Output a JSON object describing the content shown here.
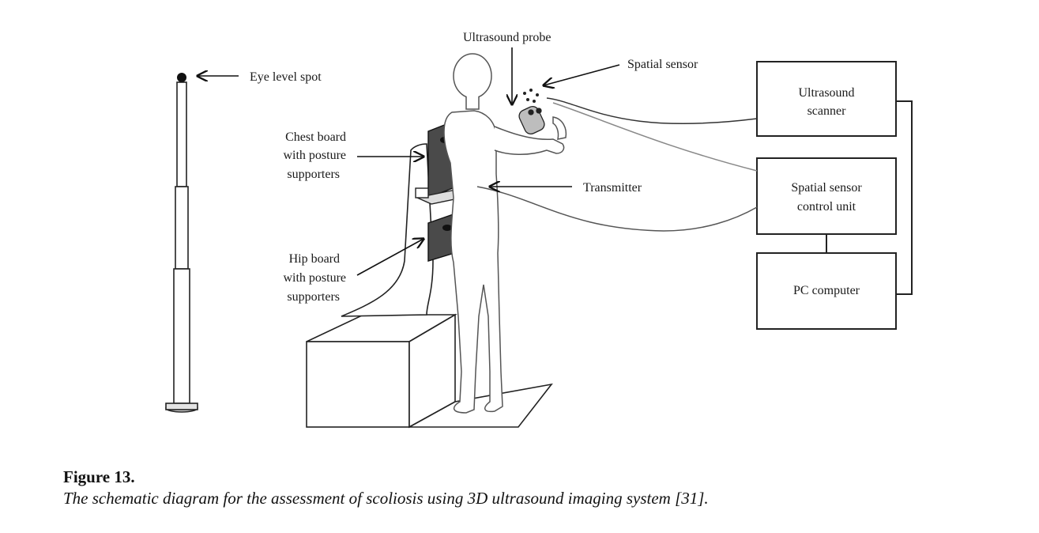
{
  "diagram": {
    "labels": {
      "eye_level_spot": "Eye level spot",
      "ultrasound_probe": "Ultrasound probe",
      "spatial_sensor": "Spatial sensor",
      "chest_board": [
        "Chest board",
        "with posture",
        "supporters"
      ],
      "transmitter": "Transmitter",
      "hip_board": [
        "Hip board",
        "with posture",
        "supporters"
      ]
    },
    "boxes": {
      "ultrasound_scanner": [
        "Ultrasound",
        "scanner"
      ],
      "spatial_sensor_control_unit": [
        "Spatial sensor",
        "control unit"
      ],
      "pc_computer": [
        "PC computer"
      ]
    }
  },
  "caption": {
    "title": "Figure 13.",
    "text": "The schematic diagram for the assessment of scoliosis using 3D ultrasound imaging system [31]."
  }
}
